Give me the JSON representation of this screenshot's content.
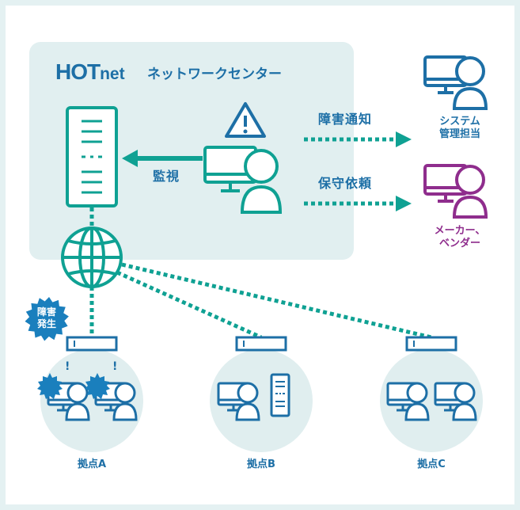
{
  "brand": {
    "logo_main": "HOT",
    "logo_sub": "net",
    "center_name": "ネットワークセンター"
  },
  "arrows": {
    "monitor": "監視",
    "failure_notice": "障害通知",
    "maintenance_request": "保守依頼"
  },
  "recipients": {
    "system_admin": [
      "システム",
      "管理担当"
    ],
    "vendor": [
      "メーカー、",
      "ベンダー"
    ]
  },
  "badge": {
    "lines": [
      "障害",
      "発生"
    ]
  },
  "alerts": {
    "warning": "!"
  },
  "sites": [
    "拠点A",
    "拠点B",
    "拠点C"
  ],
  "colors": {
    "blue": "#1d6fa6",
    "teal": "#0fa193",
    "purple": "#8f2d8d",
    "panel": "#e1eff0",
    "site_circle": "#e0eeef"
  }
}
